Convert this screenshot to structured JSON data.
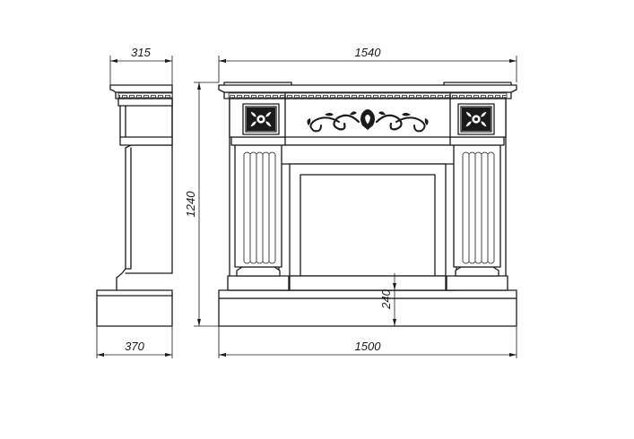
{
  "drawing": {
    "dimensions": {
      "side_top_depth": "315",
      "side_base_depth": "370",
      "front_top_width": "1540",
      "front_base_width": "1500",
      "total_height": "1240",
      "base_height": "240"
    }
  }
}
